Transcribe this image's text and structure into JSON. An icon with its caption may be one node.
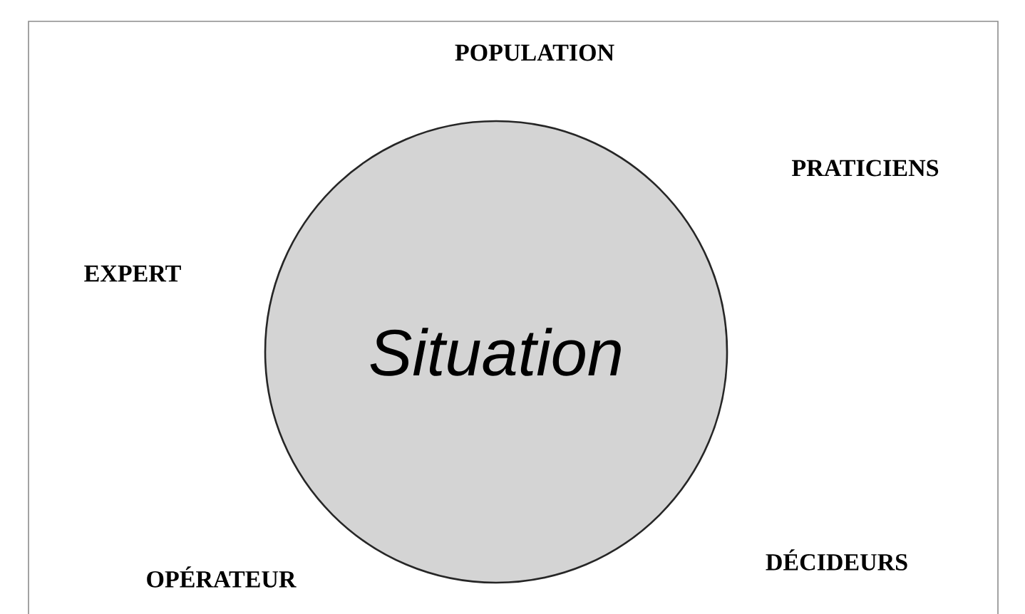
{
  "diagram": {
    "nodes": [
      {
        "text": [
          "Situation"
        ]
      }
    ],
    "labels": [
      "POPULATION",
      "PRATICIENS",
      "EXPERT",
      "OPÉRATEUR",
      "DÉCIDEURS"
    ]
  }
}
